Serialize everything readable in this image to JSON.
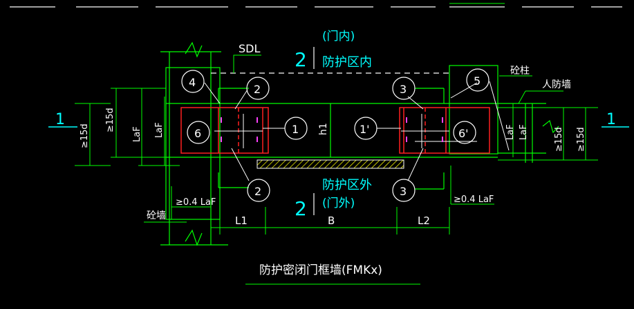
{
  "colors": {
    "background": "#000000",
    "green": "#00ff00",
    "white": "#ffffff",
    "red": "#ff2020",
    "cyan": "#00ffff",
    "yellow": "#ffff00",
    "magenta": "#ff40ff"
  },
  "labels": {
    "section_left": "1",
    "section_right": "1",
    "sdl": "SDL",
    "door_inside_paren": "(门内)",
    "protect_inside": "防护区内",
    "protect_outside": "防护区外",
    "door_outside_paren": "(门外)",
    "detail_top": "2",
    "detail_bottom": "2",
    "concrete_column": "砼柱",
    "civil_wall": "人防墙",
    "concrete_wall": "砼墙",
    "h1": "h1",
    "lof_left_1": "LaF",
    "lof_left_2": "LaF",
    "lof_right_1": "LaF",
    "lof_right_2": "LaF",
    "ge15d_l1": "≥15d",
    "ge15d_l2": "≥15d",
    "ge15d_r1": "≥15d",
    "ge15d_r2": "≥15d",
    "lof_04_left": "≥0.4 LaF",
    "lof_04_right": "≥0.4 LaF",
    "dim_l1": "L1",
    "dim_b": "B",
    "dim_l2": "L2",
    "title": "防护密闭门框墙(FMKx)"
  },
  "bubbles": {
    "b4": "4",
    "b2_top": "2",
    "b3_top": "3",
    "b5": "5",
    "b6": "6",
    "b1": "1",
    "b1p": "1'",
    "b6p": "6'",
    "b2_bottom": "2",
    "b3_bottom": "3"
  }
}
